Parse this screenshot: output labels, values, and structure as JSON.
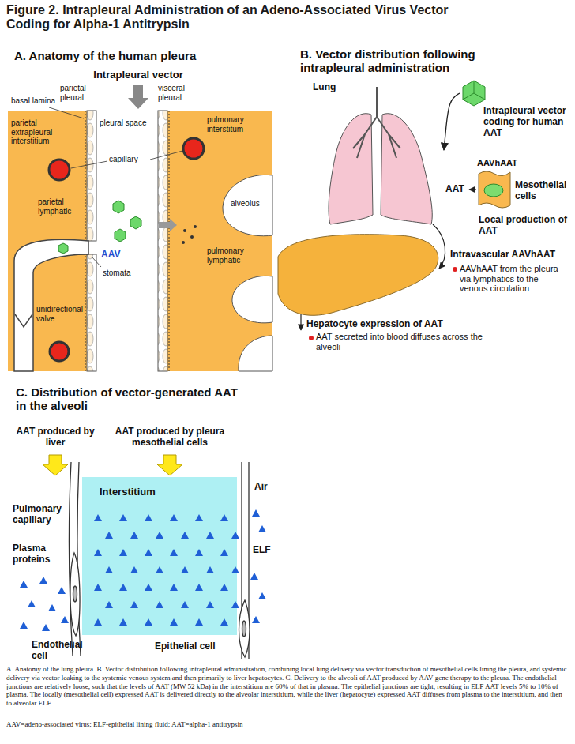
{
  "diagram": {
    "title": "Figure 2. Intrapleural Administration of an Adeno-Associated Virus Vector Coding for Alpha-1 Antitrypsin",
    "caption": "A. Anatomy of the lung pleura. B. Vector distribution following intrapleural administration, combining local lung delivery via vector transduction of mesothelial cells lining the pleura, and systemic delivery via vector leaking to the systemic venous system and then primarily to liver hepatocytes. C. Delivery to the alveoli of AAT produced by AAV gene therapy to the pleura. The endothelial junctions are relatively loose, such that the levels of AAT (MW 52 kDa) in the interstitium are 60% of that in plasma. The epithelial junctions are tight, resulting in ELF AAT levels 5% to 10% of plasma. The locally (mesothelial cell) expressed AAT is delivered directly to the alveolar interstitium, while the liver (hepatocyte) expressed AAT diffuses from plasma to the interstitium, and then to alveolar ELF.",
    "nodes": [
      {
        "text": [
          "Lung"
        ]
      },
      {
        "text": [
          "Intrapleural vector coding for human AAT"
        ]
      },
      {
        "text": [
          "Mesothelial cells"
        ]
      },
      {
        "text": [
          "AAVhAAT"
        ],
        "in": 2
      },
      {
        "text": [
          "Interstitium"
        ]
      }
    ],
    "edges": [
      {
        "from": 1,
        "to": 0,
        "arrow": "to"
      }
    ],
    "labels": [
      "A. Anatomy of the human pleura",
      "Intrapleural vector",
      "parietal pleural",
      "visceral pleural",
      "basal lamina",
      "pleural space",
      "pulmonary interstitum",
      "parietal extrapleural interstitium",
      "capillary",
      "parietal lymphatic",
      "alveolus",
      "AAV",
      "stomata",
      "pulmonary lymphatic",
      "unidirectional valve",
      "B. Vector distribution following intrapleural administration",
      "AAT",
      "Local production of AAT",
      "Intravascular AAVhAAT",
      "AAVhAAT from the pleura via lymphatics to the venous circulation",
      "Hepatocyte expression of AAT",
      "AAT secreted into blood diffuses across the alveoli",
      "C. Distribution of vector-generated AAT in the alveoli",
      "AAT produced by liver",
      "AAT produced by pleura mesothelial cells",
      "Pulmonary capillary",
      "Plasma proteins",
      "Air",
      "ELF",
      "Endothelial cell",
      "Epithelial cell",
      "AAV=adeno-associated virus; ELF-epithelial lining fluid; AAT=alpha-1 antitrypsin"
    ]
  }
}
